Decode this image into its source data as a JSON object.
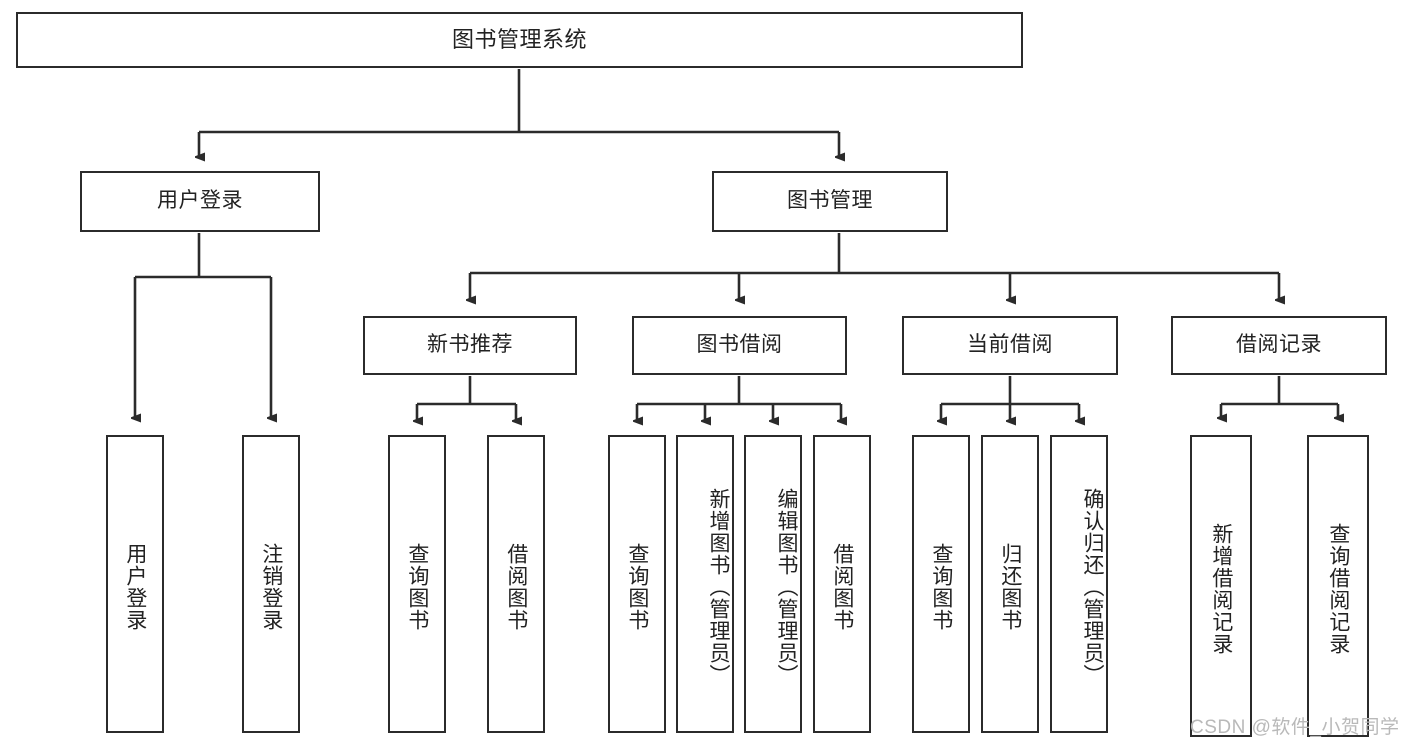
{
  "diagram": {
    "title": "图书管理系统",
    "type": "functional-structure-tree",
    "root": {
      "label": "图书管理系统"
    },
    "level2": [
      {
        "label": "用户登录"
      },
      {
        "label": "图书管理"
      }
    ],
    "level3": [
      {
        "label": "新书推荐"
      },
      {
        "label": "图书借阅"
      },
      {
        "label": "当前借阅"
      },
      {
        "label": "借阅记录"
      }
    ],
    "leaves": {
      "user_login": [
        {
          "label": "用户登录"
        },
        {
          "label": "注销登录"
        }
      ],
      "new_book_recommend": [
        {
          "label": "查询图书"
        },
        {
          "label": "借阅图书"
        }
      ],
      "book_borrow": [
        {
          "label": "查询图书"
        },
        {
          "label": "新增图书（管理员）"
        },
        {
          "label": "编辑图书（管理员）"
        },
        {
          "label": "借阅图书"
        }
      ],
      "current_borrow": [
        {
          "label": "查询图书"
        },
        {
          "label": "归还图书"
        },
        {
          "label": "确认归还（管理员）"
        }
      ],
      "borrow_record": [
        {
          "label": "新增借阅记录"
        },
        {
          "label": "查询借阅记录"
        }
      ]
    }
  },
  "watermark": {
    "text": "CSDN @软件_小贺同学"
  },
  "colors": {
    "line": "#2b2b2b",
    "box_border": "#2b2b2b",
    "background": "#ffffff",
    "text": "#222222",
    "watermark": "#b9b9b9"
  }
}
